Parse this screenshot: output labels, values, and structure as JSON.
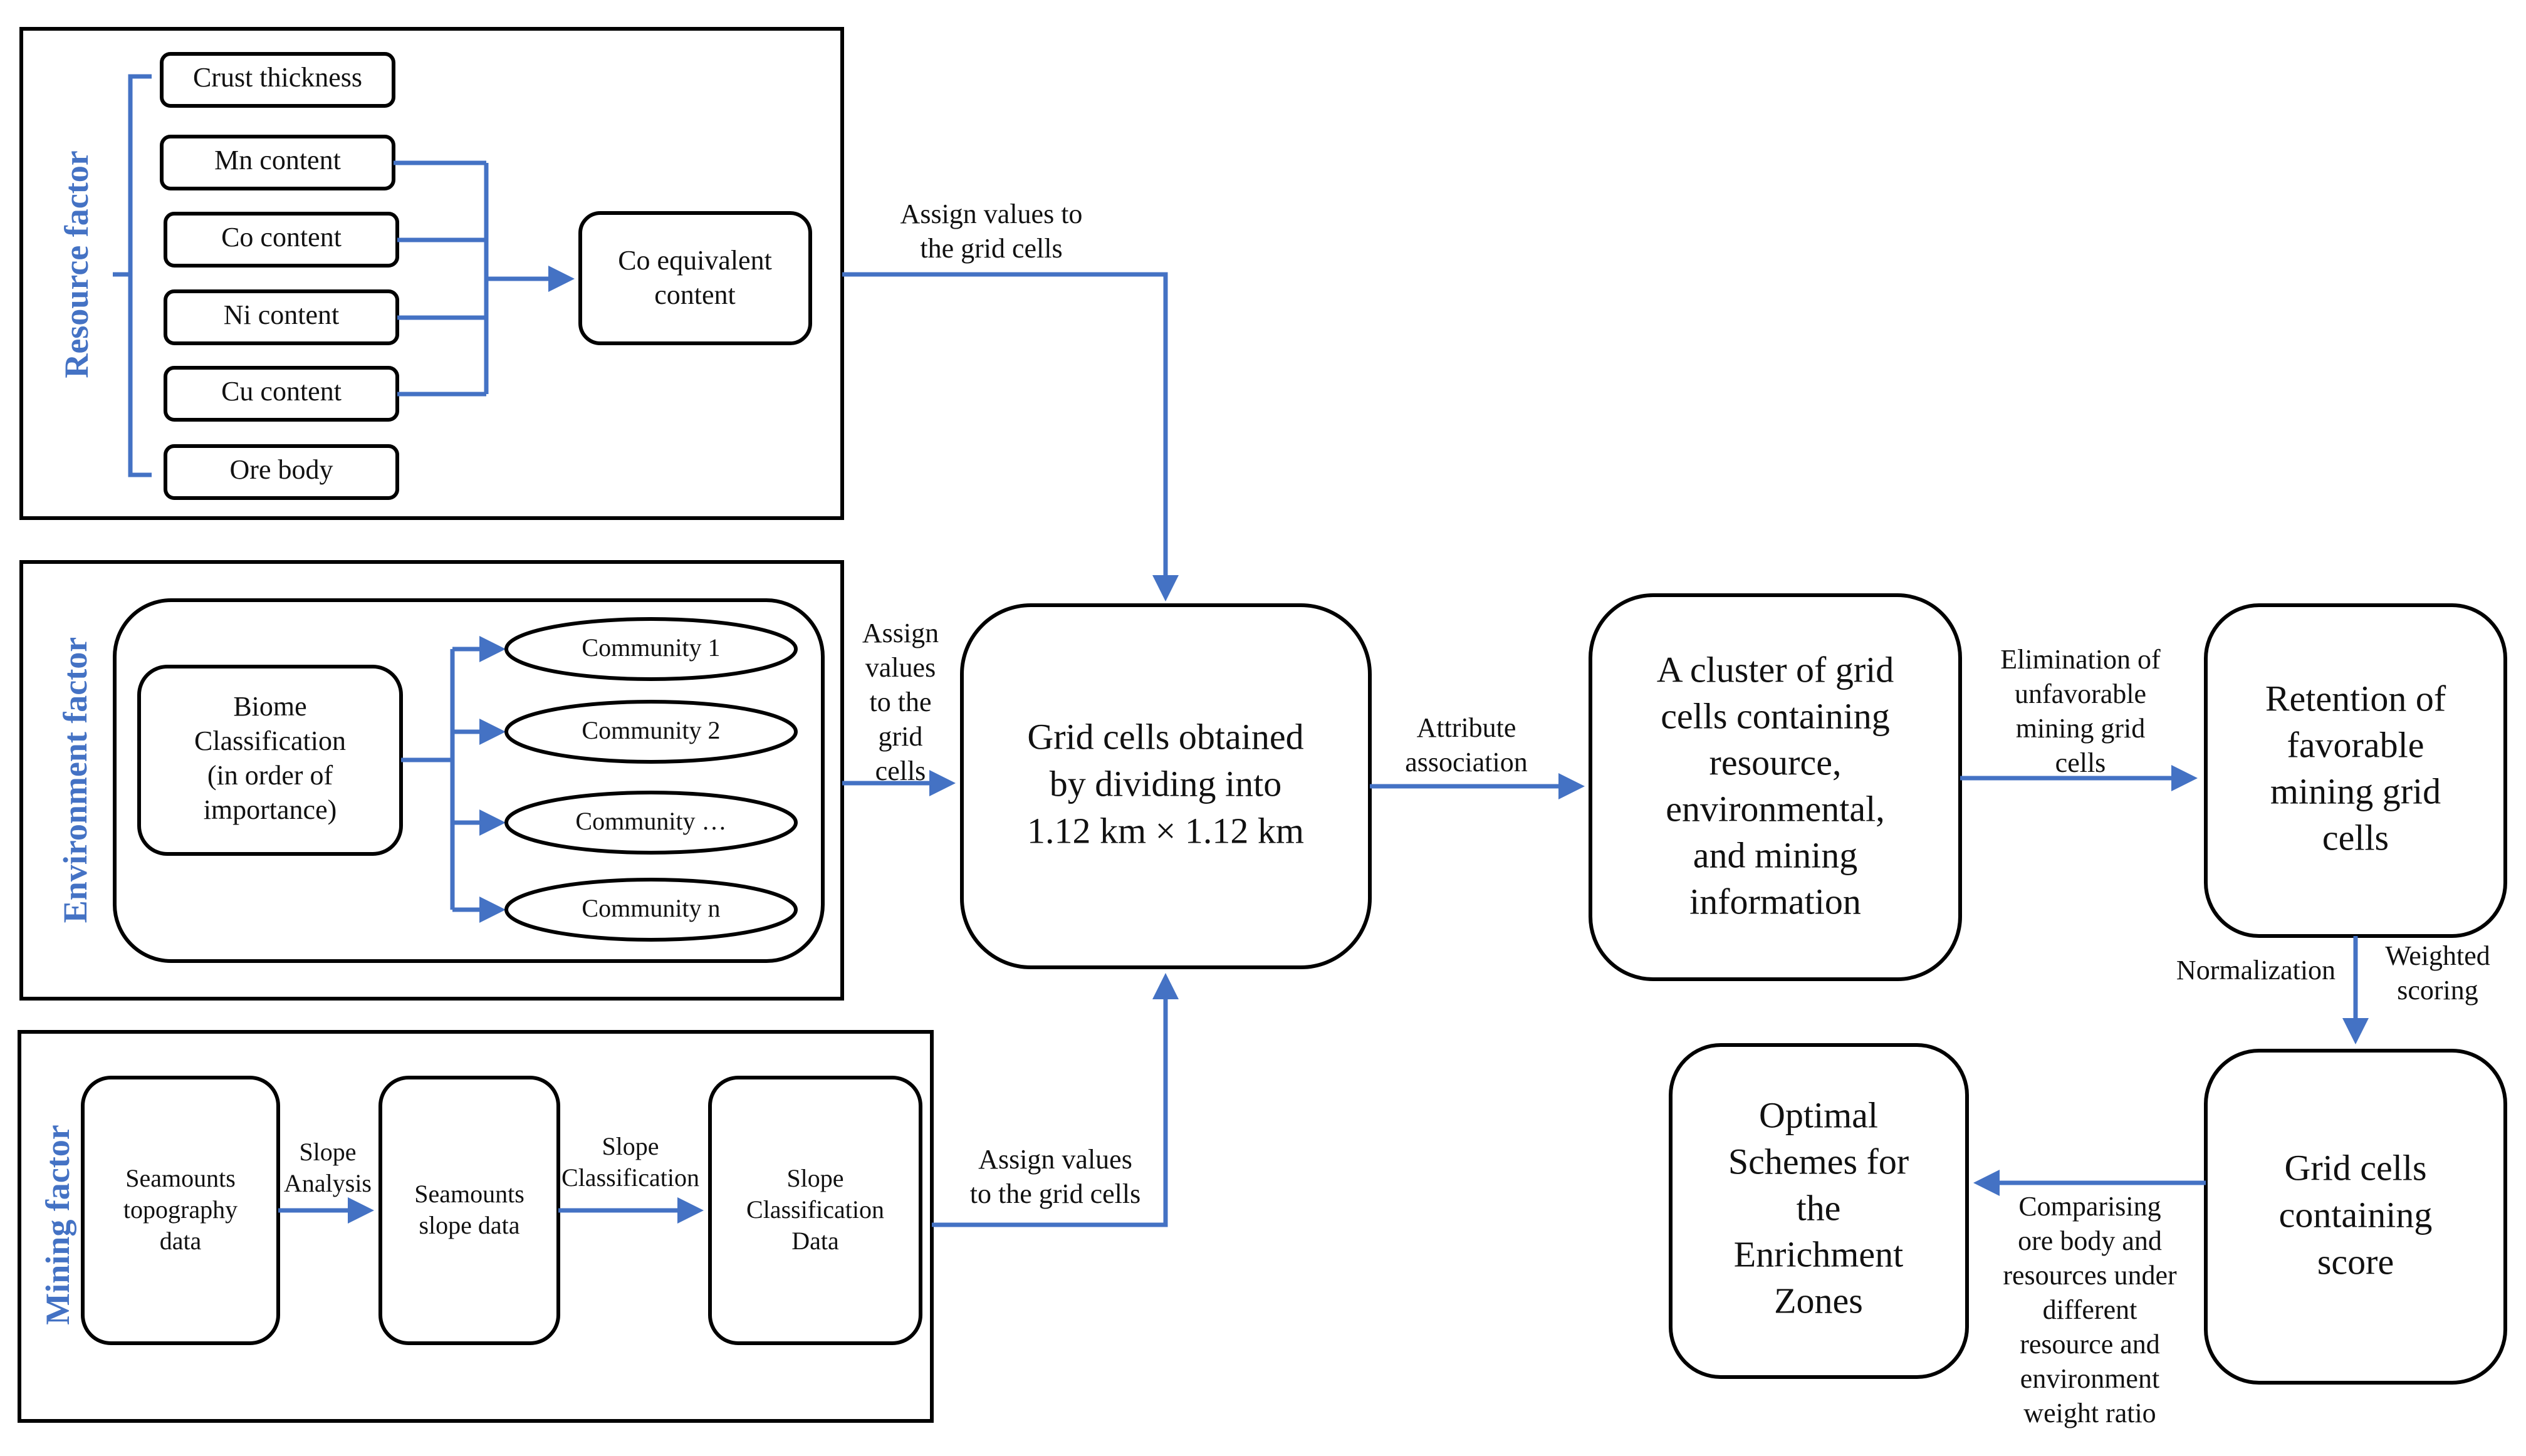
{
  "colors": {
    "accent": "#4472C4",
    "stroke": "#000000",
    "background": "#ffffff"
  },
  "resource": {
    "label": "Resource factor",
    "items": [
      "Crust thickness",
      "Mn content",
      "Co content",
      "Ni content",
      "Cu content",
      "Ore body"
    ],
    "equivalent": [
      "Co equivalent",
      "content"
    ],
    "assign_label": [
      "Assign values to",
      "the grid cells"
    ]
  },
  "environment": {
    "label": "Environment factor",
    "biome": [
      "Biome",
      "Classification",
      "(in order of",
      "importance)"
    ],
    "communities": [
      "Community 1",
      "Community 2",
      "Community …",
      "Community n"
    ],
    "assign_label": [
      "Assign",
      "values",
      "to the",
      "grid",
      "cells"
    ]
  },
  "mining": {
    "label": "Mining factor",
    "topography": [
      "Seamounts",
      "topography",
      "data"
    ],
    "analysis_label": [
      "Slope",
      "Analysis"
    ],
    "slope": [
      "Seamounts",
      "slope data"
    ],
    "classification_label": [
      "Slope",
      "Classification"
    ],
    "classified": [
      "Slope",
      "Classification",
      "Data"
    ],
    "assign_label": [
      "Assign values",
      "to the grid cells"
    ]
  },
  "grid": {
    "text": [
      "Grid cells obtained",
      "by dividing into",
      "1.12 km × 1.12 km"
    ]
  },
  "attribute_label": [
    "Attribute",
    "association"
  ],
  "cluster": {
    "text": [
      "A cluster of grid",
      "cells containing",
      "resource,",
      "environmental,",
      "and mining",
      "information"
    ]
  },
  "elimination_label": [
    "Elimination of",
    "unfavorable",
    "mining grid",
    "cells"
  ],
  "retention": {
    "text": [
      "Retention of",
      "favorable",
      "mining grid",
      "cells"
    ]
  },
  "normalization_label": "Normalization",
  "weighted_label": [
    "Weighted",
    "scoring"
  ],
  "score": {
    "text": [
      "Grid cells",
      "containing",
      "score"
    ]
  },
  "comparing_label": [
    "Comparising",
    "ore body and",
    "resources under",
    "different",
    "resource and",
    "environment",
    "weight ratio"
  ],
  "optimal": {
    "text": [
      "Optimal",
      "Schemes for",
      "the",
      "Enrichment",
      "Zones"
    ]
  }
}
